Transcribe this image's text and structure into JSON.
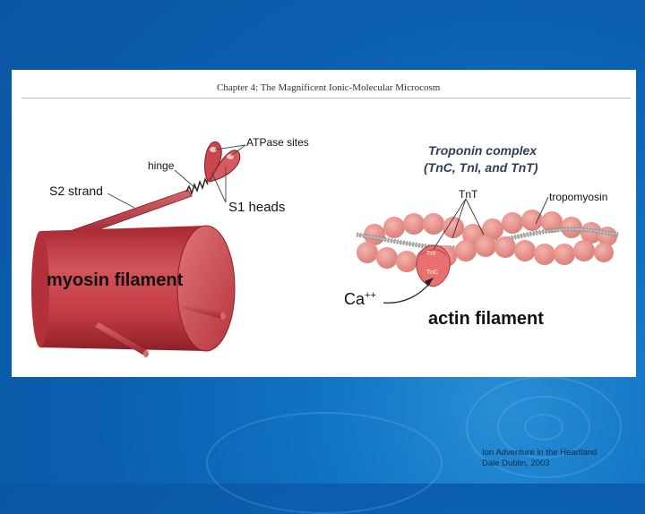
{
  "slide": {
    "chapter_heading": "Chapter 4: The Magnificent Ionic-Molecular Microcosm",
    "credit_line1": "Ion Adventure in the Heartland",
    "credit_line2": "Dale Dublin, 2003"
  },
  "left_diagram": {
    "atpase_label": "ATPase sites",
    "hinge_label": "hinge",
    "s2_label": "S2 strand",
    "s1_label": "S1 heads",
    "filament_label": "myosin filament"
  },
  "right_diagram": {
    "title_line1": "Troponin complex",
    "title_line2": "(TnC, TnI, and TnT)",
    "tnt_label": "TnT",
    "tropomyosin_label": "tropomyosin",
    "tni_label": "TnI",
    "tnc_label": "TnC",
    "ca_label": "Ca",
    "ca_superscript": "++",
    "filament_label": "actin filament"
  },
  "colors": {
    "background_blue": "#0b5fb0",
    "filament_red": "#c43b44",
    "actin_bead": "#e48b86",
    "panel_white": "#ffffff"
  }
}
